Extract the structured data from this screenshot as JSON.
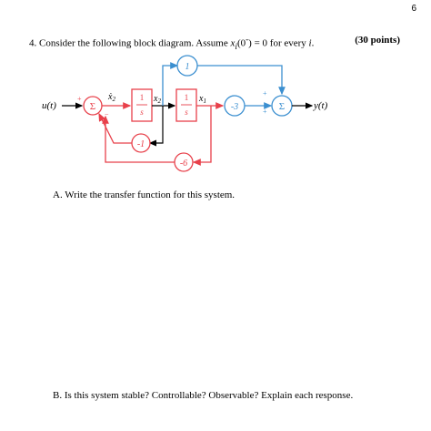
{
  "page_number": "6",
  "problem": {
    "number": "4.",
    "statement_before": "Consider the following block diagram. Assume ",
    "math_var": "x",
    "math_sub": "i",
    "math_arg": "(0",
    "math_sup": "-",
    "math_rest": ") = 0 for every ",
    "math_i": "i",
    "period": ".",
    "points": "(30 points)"
  },
  "diagram": {
    "input_label": "u(t)",
    "output_label": "y(t)",
    "sum_symbol": "Σ",
    "sum1_plus": "+",
    "sum1_minus_lower": "−",
    "sum1_minus_upper": "−",
    "sum2_plus": "+",
    "integrator_num": "1",
    "integrator_den": "s",
    "x2_dot_label": "ẋ",
    "x2_dot_sub": "2",
    "x2_label": "x",
    "x2_sub": "2",
    "x1_label": "x",
    "x1_sub": "1",
    "gain_top": "1",
    "gain_mid": "-3",
    "gain_fb1": "-1",
    "gain_fb2": "-6",
    "colors": {
      "red": "#e8404a",
      "blue": "#3b8fd0",
      "black": "#000000"
    }
  },
  "questions": {
    "a": "A.  Write the transfer function for this system.",
    "b": "B.  Is this system stable? Controllable? Observable? Explain each response."
  }
}
